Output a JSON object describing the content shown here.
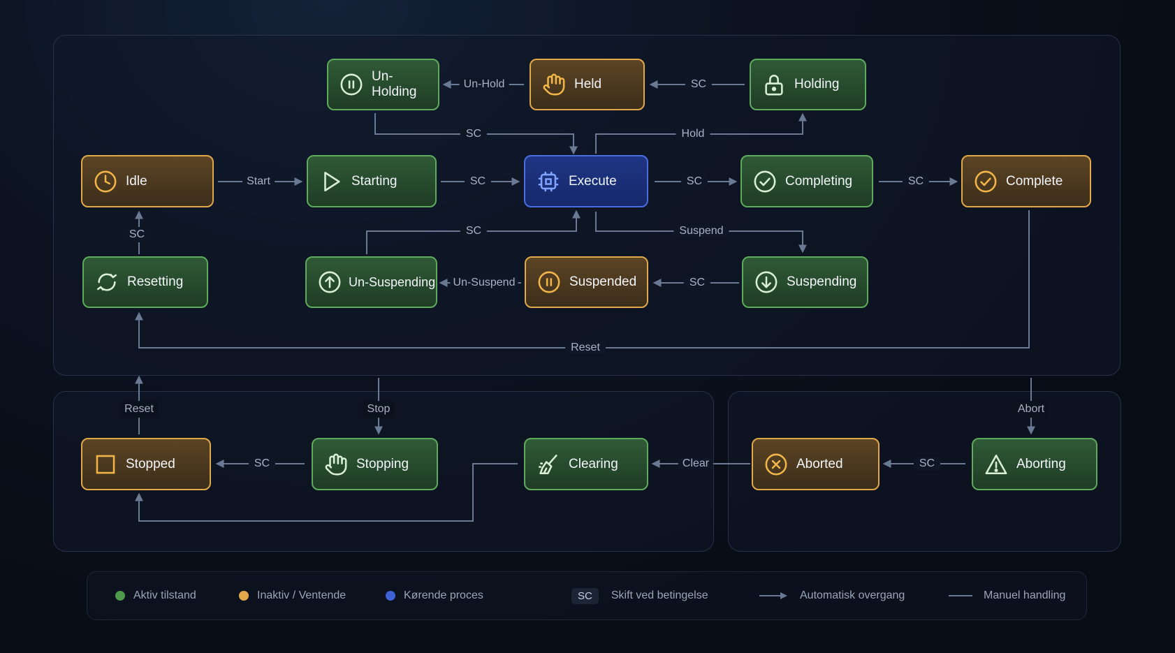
{
  "colors": {
    "active": "#5eab5c",
    "inactive": "#e2a94a",
    "running": "#4a6ee0",
    "wire": "#6b7a94"
  },
  "states": {
    "unholding": {
      "label": "Un-Holding",
      "icon": "pause-circle-icon"
    },
    "held": {
      "label": "Held",
      "icon": "hand-icon"
    },
    "holding": {
      "label": "Holding",
      "icon": "lock-icon"
    },
    "idle": {
      "label": "Idle",
      "icon": "clock-icon"
    },
    "starting": {
      "label": "Starting",
      "icon": "play-icon"
    },
    "execute": {
      "label": "Execute",
      "icon": "cpu-icon"
    },
    "completing": {
      "label": "Completing",
      "icon": "check-circle-icon"
    },
    "complete": {
      "label": "Complete",
      "icon": "check-circle-icon"
    },
    "resetting": {
      "label": "Resetting",
      "icon": "refresh-icon"
    },
    "unsuspending": {
      "label": "Un-Suspending",
      "icon": "arrow-up-circle-icon"
    },
    "suspended": {
      "label": "Suspended",
      "icon": "pause-circle-icon"
    },
    "suspending": {
      "label": "Suspending",
      "icon": "arrow-down-circle-icon"
    },
    "stopped": {
      "label": "Stopped",
      "icon": "square-icon"
    },
    "stopping": {
      "label": "Stopping",
      "icon": "hand-icon"
    },
    "clearing": {
      "label": "Clearing",
      "icon": "broom-icon"
    },
    "aborted": {
      "label": "Aborted",
      "icon": "x-circle-icon"
    },
    "aborting": {
      "label": "Aborting",
      "icon": "warning-icon"
    }
  },
  "transitions": {
    "unhold": "Un-Hold",
    "held_sc": "SC",
    "unholding_sc": "SC",
    "hold": "Hold",
    "start": "Start",
    "starting_sc": "SC",
    "execute_sc": "SC",
    "completing_sc": "SC",
    "resetting_sc": "SC",
    "unsuspending_sc": "SC",
    "suspend": "Suspend",
    "unsuspend": "Un-Suspend",
    "suspending_sc": "SC",
    "reset_complete": "Reset",
    "reset_stopped": "Reset",
    "stop": "Stop",
    "stopping_sc": "SC",
    "clear": "Clear",
    "aborting_sc": "SC",
    "abort": "Abort"
  },
  "legend": {
    "active": "Aktiv tilstand",
    "inactive": "Inaktiv / Ventende",
    "running": "Kørende proces",
    "sc_badge": "SC",
    "sc_text": "Skift ved betingelse",
    "auto": "Automatisk overgang",
    "manual": "Manuel handling"
  }
}
